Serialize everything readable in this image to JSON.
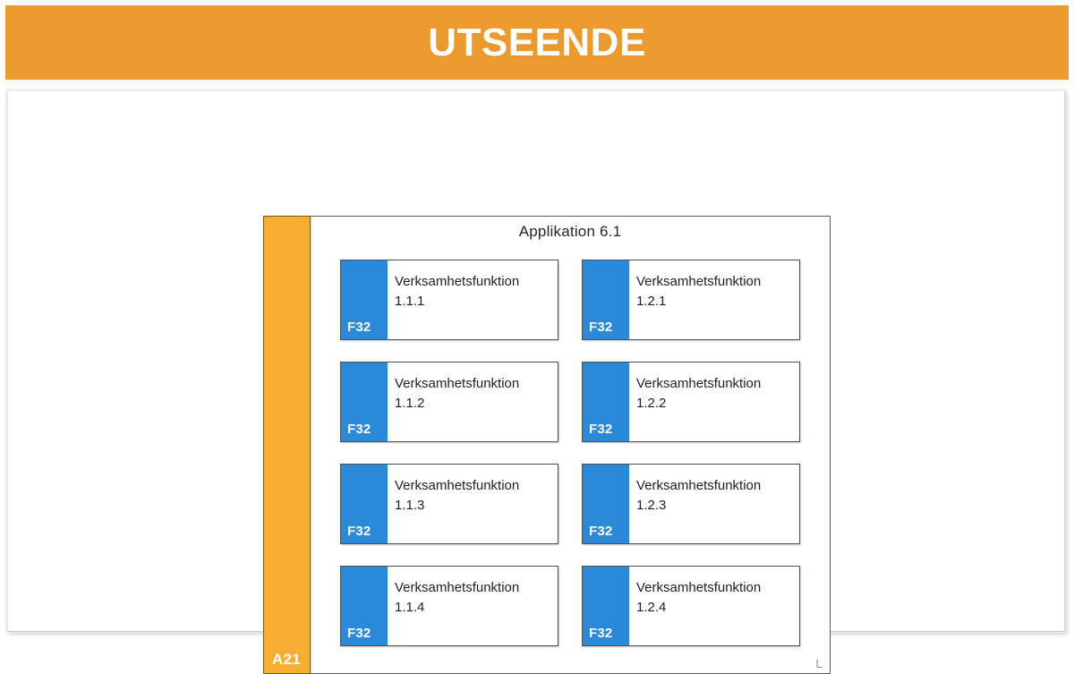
{
  "header": {
    "title": "UTSEENDE",
    "background_color": "#eb9a2d",
    "text_color": "#ffffff"
  },
  "diagram": {
    "application": {
      "title": "Applikation 6.1",
      "corner_label": "L",
      "border_color": "#5a5a5a"
    },
    "rail": {
      "label": "A21",
      "color": "#f6ad32"
    },
    "tab_color": "#2a8ad8",
    "columns": [
      {
        "name": "column-1",
        "boxes": [
          {
            "tab": "F32",
            "name": "Verksamhetsfunktion",
            "id": "1.1.1"
          },
          {
            "tab": "F32",
            "name": "Verksamhetsfunktion",
            "id": "1.1.2"
          },
          {
            "tab": "F32",
            "name": "Verksamhetsfunktion",
            "id": "1.1.3"
          },
          {
            "tab": "F32",
            "name": "Verksamhetsfunktion",
            "id": "1.1.4"
          }
        ]
      },
      {
        "name": "column-2",
        "boxes": [
          {
            "tab": "F32",
            "name": "Verksamhetsfunktion",
            "id": "1.2.1"
          },
          {
            "tab": "F32",
            "name": "Verksamhetsfunktion",
            "id": "1.2.2"
          },
          {
            "tab": "F32",
            "name": "Verksamhetsfunktion",
            "id": "1.2.3"
          },
          {
            "tab": "F32",
            "name": "Verksamhetsfunktion",
            "id": "1.2.4"
          }
        ]
      }
    ]
  }
}
